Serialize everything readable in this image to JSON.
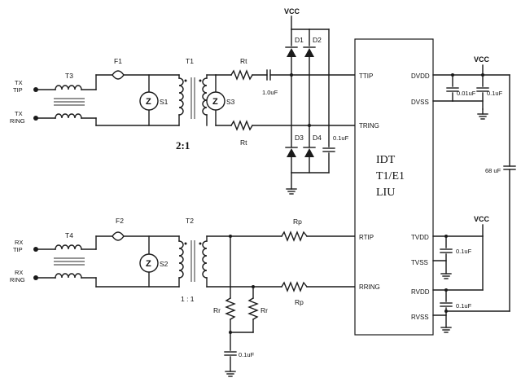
{
  "ports": {
    "tx_line1": "TX",
    "tx_line2": "TIP",
    "tx_ring_line1": "TX",
    "tx_ring_line2": "RING",
    "rx_line1": "RX",
    "rx_line2": "TIP",
    "rx_ring_line1": "RX",
    "rx_ring_line2": "RING"
  },
  "components": {
    "t3": "T3",
    "t4": "T4",
    "t1": "T1",
    "t2": "T2",
    "f1": "F1",
    "f2": "F2",
    "s1": "S1",
    "s2": "S2",
    "s3": "S3",
    "rt_top": "Rt",
    "rt_bottom": "Rt",
    "c_tx": "1.0uF",
    "d1": "D1",
    "d2": "D2",
    "d3": "D3",
    "d4": "D4",
    "c_diode": "0.1uF",
    "rp_top": "Rp",
    "rp_bottom": "Rp",
    "rr_left": "Rr",
    "rr_right": "Rr",
    "c_rr": "0.1uF",
    "c_dv1": "0.01uF",
    "c_dv2": "0.1uF",
    "c_bulk": "68 uF",
    "c_tv": "0.1uF",
    "c_rv": "0.1uF",
    "zener_glyph": "Z"
  },
  "ratios": {
    "tx": "2:1",
    "rx": "1 : 1"
  },
  "supply": {
    "vcc_top": "VCC",
    "vcc_right": "VCC",
    "vcc_mid": "VCC"
  },
  "chip": {
    "line1": "IDT",
    "line2": "T1/E1",
    "line3": "LIU",
    "pins_left": [
      "TTIP",
      "TRING",
      "RTIP",
      "RRING"
    ],
    "pins_right": [
      "DVDD",
      "DVSS",
      "TVDD",
      "TVSS",
      "RVDD",
      "RVSS"
    ]
  }
}
